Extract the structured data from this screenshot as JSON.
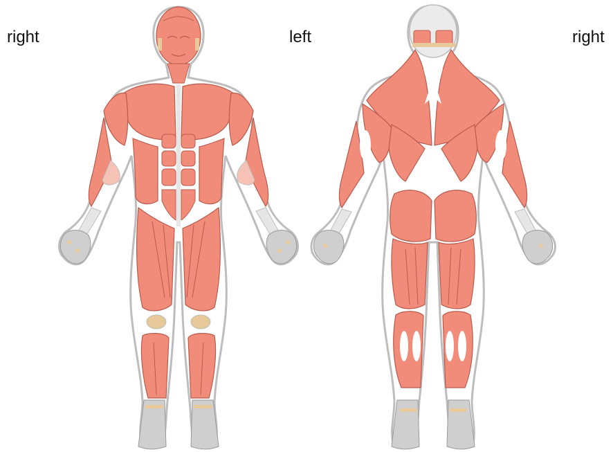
{
  "labels": {
    "front_side": "right",
    "center": "left",
    "back_side": "right"
  },
  "colors": {
    "muscle": "#f28c7a",
    "muscle_line": "#b85a4c",
    "outline": "#bdbdbd",
    "tendon": "#e6e6e6",
    "bone": "#cfcfcf",
    "joint": "#e8c99a",
    "white": "#ffffff"
  },
  "figures": [
    {
      "view": "anterior-muscular-system-figure"
    },
    {
      "view": "posterior-muscular-system-figure"
    }
  ]
}
